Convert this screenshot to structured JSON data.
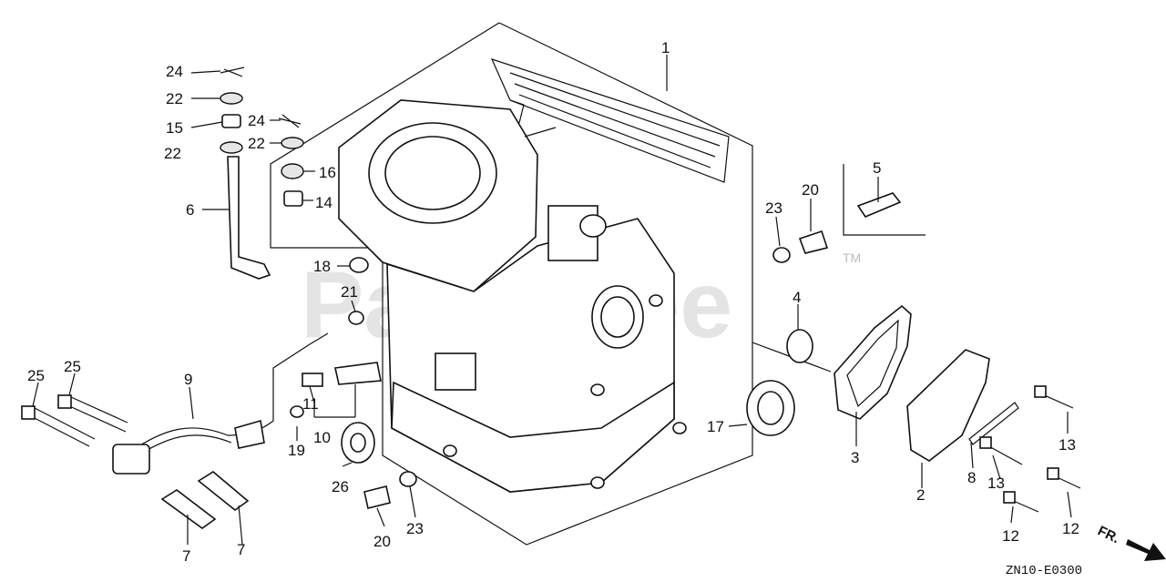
{
  "watermark": "PartsTree",
  "trademark": "TM",
  "direction_label": "FR.",
  "diagram_code": "ZN10-E0300",
  "callouts": {
    "c1": "1",
    "c2": "2",
    "c3": "3",
    "c4": "4",
    "c5": "5",
    "c6": "6",
    "c7a": "7",
    "c7b": "7",
    "c8": "8",
    "c9": "9",
    "c10": "10",
    "c11": "11",
    "c12a": "12",
    "c12b": "12",
    "c13a": "13",
    "c13b": "13",
    "c14": "14",
    "c15": "15",
    "c16": "16",
    "c17": "17",
    "c18": "18",
    "c19": "19",
    "c20a": "20",
    "c20b": "20",
    "c21": "21",
    "c22a": "22",
    "c22b": "22",
    "c22c": "22",
    "c23a": "23",
    "c23b": "23",
    "c24a": "24",
    "c24b": "24",
    "c25a": "25",
    "c25b": "25",
    "c26": "26"
  }
}
